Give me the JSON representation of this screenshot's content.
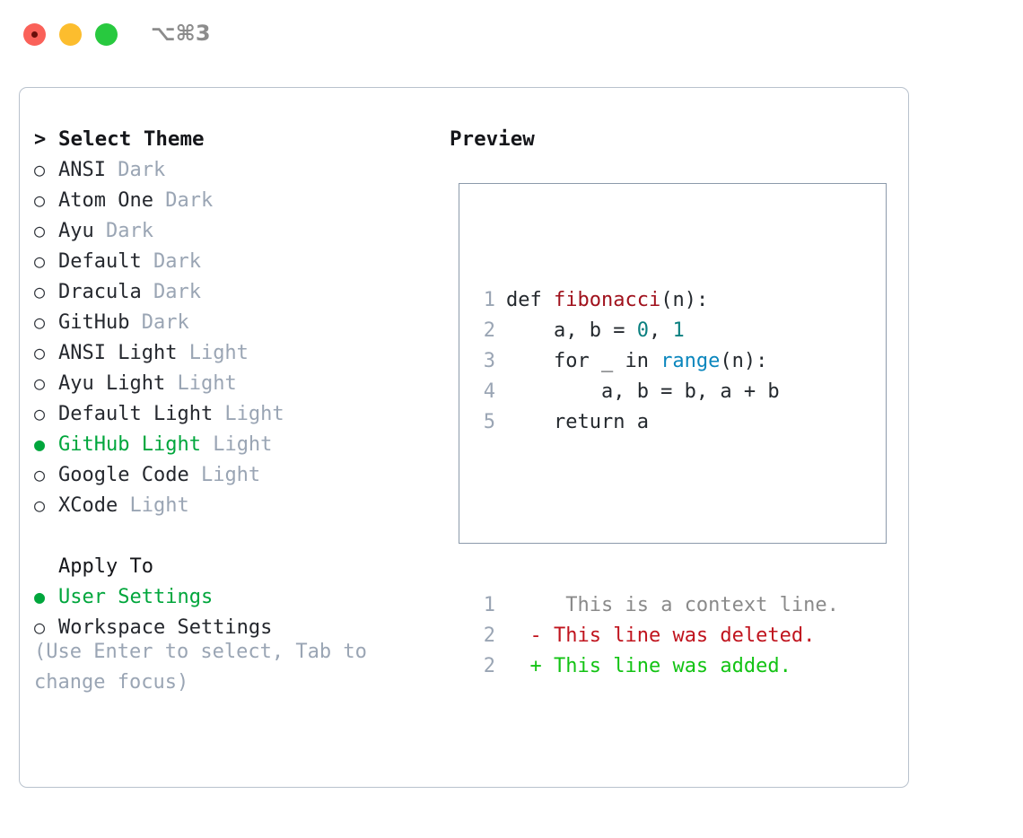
{
  "titlebar": {
    "shortcut": "⌥⌘3",
    "buttons": [
      {
        "name": "close",
        "color": "#fa6159"
      },
      {
        "name": "minimize",
        "color": "#fcbd2e"
      },
      {
        "name": "maximize",
        "color": "#28c93f"
      }
    ]
  },
  "theme_picker": {
    "header_marker": ">",
    "header": "Select Theme",
    "unselected_marker": "○",
    "selected_marker": "●",
    "items": [
      {
        "name": "ANSI",
        "variant": "Dark",
        "selected": false
      },
      {
        "name": "Atom One",
        "variant": "Dark",
        "selected": false
      },
      {
        "name": "Ayu",
        "variant": "Dark",
        "selected": false
      },
      {
        "name": "Default",
        "variant": "Dark",
        "selected": false
      },
      {
        "name": "Dracula",
        "variant": "Dark",
        "selected": false
      },
      {
        "name": "GitHub",
        "variant": "Dark",
        "selected": false
      },
      {
        "name": "ANSI Light",
        "variant": "Light",
        "selected": false
      },
      {
        "name": "Ayu Light",
        "variant": "Light",
        "selected": false
      },
      {
        "name": "Default Light",
        "variant": "Light",
        "selected": false
      },
      {
        "name": "GitHub Light",
        "variant": "Light",
        "selected": true
      },
      {
        "name": "Google Code",
        "variant": "Light",
        "selected": false
      },
      {
        "name": "XCode",
        "variant": "Light",
        "selected": false
      }
    ]
  },
  "apply_to": {
    "header": "Apply To",
    "items": [
      {
        "name": "User Settings",
        "selected": true
      },
      {
        "name": "Workspace Settings",
        "selected": false
      }
    ]
  },
  "hint": "(Use Enter to select, Tab to change focus)",
  "preview": {
    "title": "Preview",
    "code_lines": [
      {
        "number": "1",
        "tokens": [
          {
            "text": "def ",
            "kind": "kw"
          },
          {
            "text": "fibonacci",
            "kind": "fn"
          },
          {
            "text": "(n):",
            "kind": "plain"
          }
        ]
      },
      {
        "number": "2",
        "tokens": [
          {
            "text": "    a, b = ",
            "kind": "plain"
          },
          {
            "text": "0",
            "kind": "num"
          },
          {
            "text": ", ",
            "kind": "plain"
          },
          {
            "text": "1",
            "kind": "num"
          }
        ]
      },
      {
        "number": "3",
        "tokens": [
          {
            "text": "    for _ in ",
            "kind": "kw"
          },
          {
            "text": "range",
            "kind": "call"
          },
          {
            "text": "(n):",
            "kind": "plain"
          }
        ]
      },
      {
        "number": "4",
        "tokens": [
          {
            "text": "        a, b = b, a + b",
            "kind": "plain"
          }
        ]
      },
      {
        "number": "5",
        "tokens": [
          {
            "text": "    return a",
            "kind": "kw"
          }
        ]
      }
    ],
    "diff_lines": [
      {
        "number": "1",
        "sign": " ",
        "text": "  This is a context line.",
        "kind": "ctx"
      },
      {
        "number": "2",
        "sign": "-",
        "text": " This line was deleted.",
        "kind": "del"
      },
      {
        "number": "2",
        "sign": "+",
        "text": " This line was added.",
        "kind": "add"
      }
    ]
  },
  "colors": {
    "accent_green": "#00a63c",
    "diff_add": "#13c314",
    "diff_del": "#c0141e",
    "muted": "#9aa5b4",
    "function": "#a0111c",
    "number": "#0b8080",
    "call": "#0a86bd"
  }
}
